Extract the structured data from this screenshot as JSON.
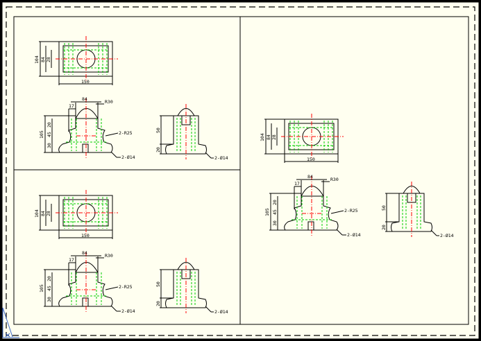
{
  "sheet": {
    "background": "#000000",
    "paper": "#fffff0",
    "line_color": "#000000",
    "centerline_color": "#ff0000",
    "hidden_color": "#00cc00"
  },
  "views": [
    {
      "plan": {
        "dim_total_height": "104",
        "dim_inner_height": "84",
        "dim_hole": "28",
        "dim_width": "150"
      },
      "front": {
        "dim_top_width": "84",
        "dim_slot": "17",
        "radius_top": "R30",
        "dim_height": "105",
        "dim_h1": "20",
        "dim_h2": "45",
        "dim_h3": "30",
        "leader_radius": "2-R25",
        "leader_hole": "2-Ø14"
      },
      "side": {
        "dim_height": "50",
        "dim_base": "20",
        "leader_hole": "2-Ø14"
      }
    },
    {
      "plan": {
        "dim_total_height": "104",
        "dim_inner_height": "84",
        "dim_hole": "28",
        "dim_width": "150"
      },
      "front": {
        "dim_top_width": "84",
        "dim_slot": "17",
        "radius_top": "R30",
        "dim_height": "105",
        "dim_h1": "20",
        "dim_h2": "45",
        "dim_h3": "30",
        "leader_radius": "2-R25",
        "leader_hole": "2-Ø14"
      },
      "side": {
        "dim_height": "50",
        "dim_base": "20",
        "leader_hole": "2-Ø14"
      }
    },
    {
      "plan": {
        "dim_total_height": "104",
        "dim_inner_height": "84",
        "dim_hole": "28",
        "dim_width": "150"
      },
      "front": {
        "dim_top_width": "84",
        "dim_slot": "17",
        "radius_top": "R30",
        "dim_height": "105",
        "dim_h1": "20",
        "dim_h2": "45",
        "dim_h3": "30",
        "leader_radius": "2-R25",
        "leader_hole": "2-Ø14"
      },
      "side": {
        "dim_height": "50",
        "dim_base": "20",
        "leader_hole": "2-Ø14"
      }
    }
  ]
}
